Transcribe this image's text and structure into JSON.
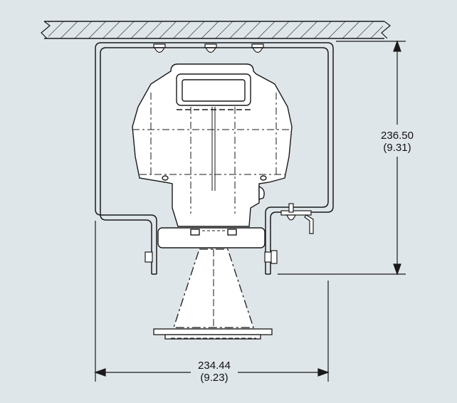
{
  "dimensions": {
    "height": {
      "metric": "236.50",
      "imperial": "(9.31)"
    },
    "width": {
      "metric": "234.44",
      "imperial": "(9.23)"
    }
  },
  "colors": {
    "background": "#dfe6ea",
    "device_fill": "#ffffff",
    "line": "#1a1a1a"
  },
  "icons": [
    "ceiling-hatch",
    "mounting-bracket",
    "radar-level-transmitter",
    "horn-antenna"
  ]
}
